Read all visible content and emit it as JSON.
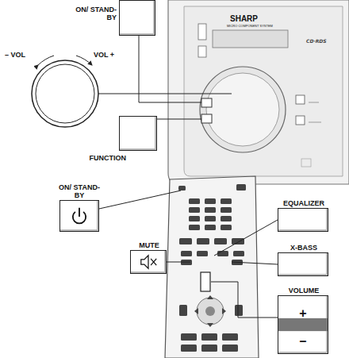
{
  "diagram": {
    "nodes": [
      {
        "text": [
          "ON/ STAND-BY"
        ]
      },
      {
        "text": [
          "FUNCTION"
        ]
      },
      {
        "text": [
          "ON/ STAND-BY"
        ]
      },
      {
        "text": [
          "EQUALIZER"
        ]
      },
      {
        "text": [
          "X-BASS"
        ]
      },
      {
        "text": [
          "MUTE"
        ]
      },
      {
        "text": [
          "VOLUME",
          "+",
          "–"
        ]
      }
    ],
    "labels": [
      "– VOL",
      "VOL +",
      "SHARP",
      "MICRO COMPONENT SYSTEM"
    ]
  }
}
